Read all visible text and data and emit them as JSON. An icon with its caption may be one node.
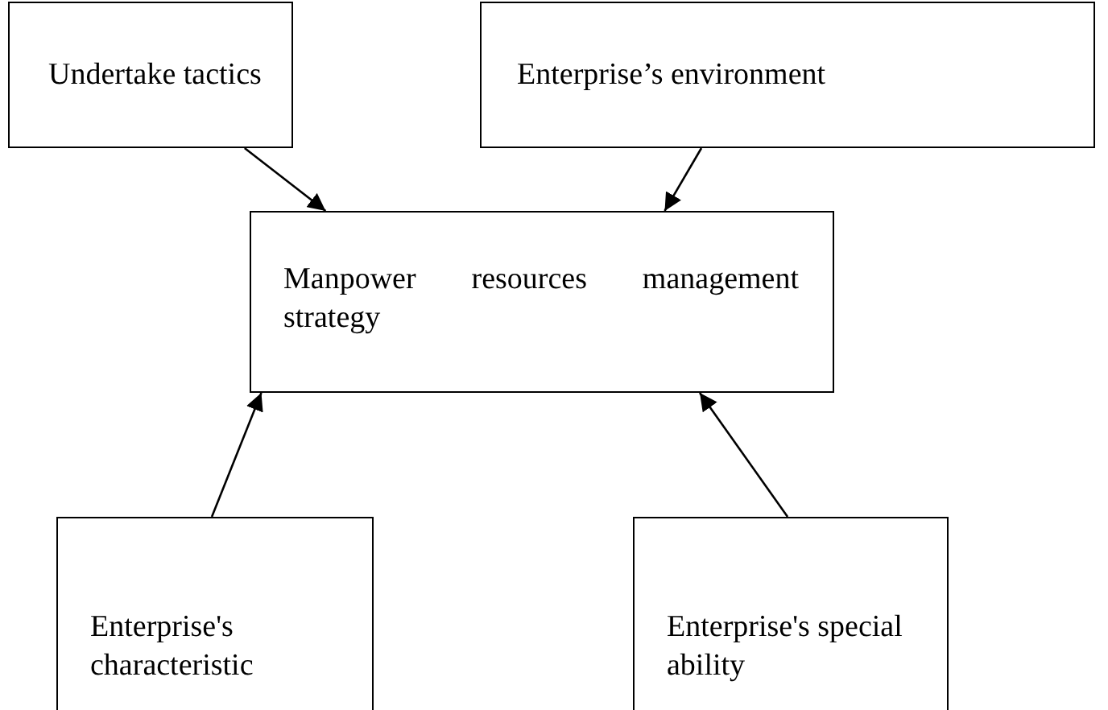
{
  "diagram": {
    "nodes": [
      {
        "text": [
          "Undertake tactics"
        ]
      },
      {
        "text": [
          "Enterprise’s environment"
        ]
      },
      {
        "text": [
          "Manpower resources management strategy"
        ]
      },
      {
        "text": [
          "Enterprise's characteristic"
        ]
      },
      {
        "text": [
          "Enterprise's special ability"
        ]
      }
    ],
    "edges": [
      {
        "from": 0,
        "to": 2,
        "arrow": "to"
      },
      {
        "from": 1,
        "to": 2,
        "arrow": "to"
      },
      {
        "from": 3,
        "to": 2,
        "arrow": "to"
      },
      {
        "from": 4,
        "to": 2,
        "arrow": "to"
      }
    ]
  }
}
